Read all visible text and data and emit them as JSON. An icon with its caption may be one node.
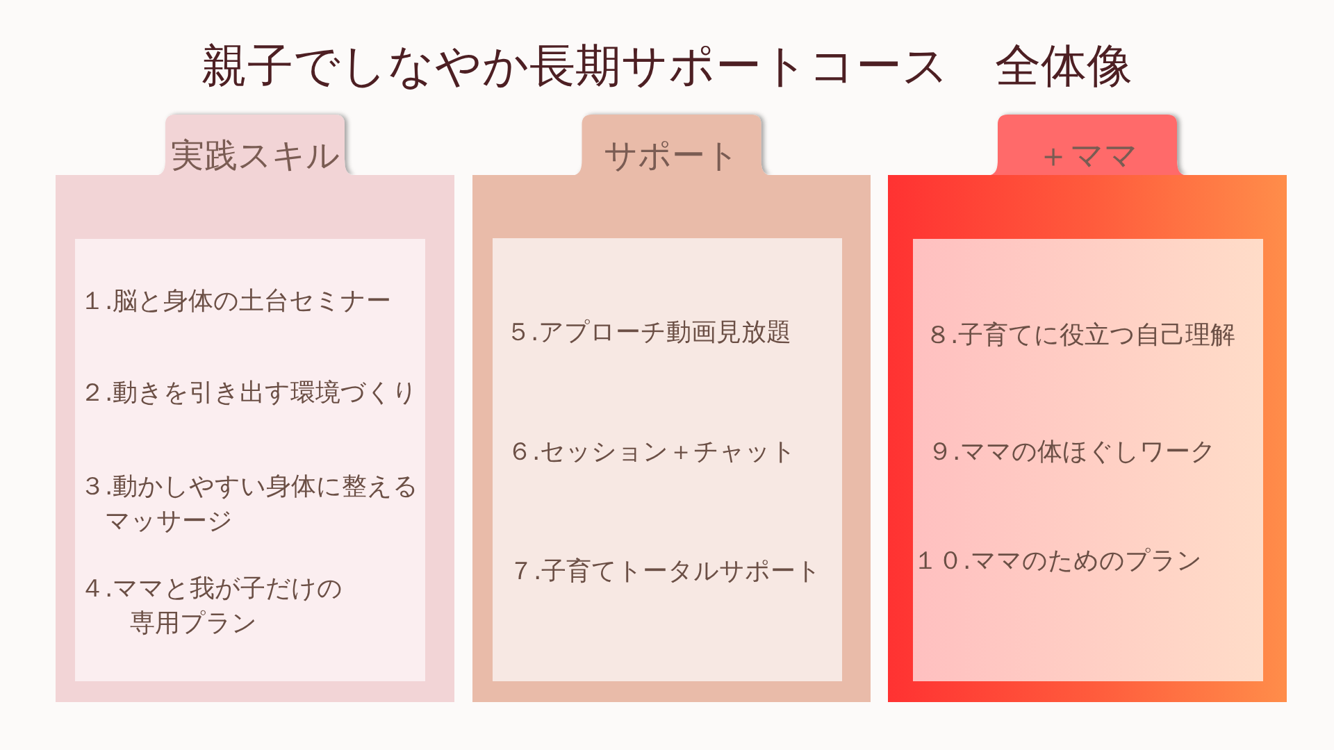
{
  "diagram": {
    "title": "親子でしなやか長期サポートコース　全体像",
    "nodes": [
      {
        "text": [
          "実践スキル"
        ]
      },
      {
        "text": [
          "１.脳と身体の土台セミナー",
          "２.動きを引き出す環境づくり",
          "３.動かしやすい身体に整えるマッサージ",
          "４.ママと我が子だけの専用プラン"
        ],
        "in": 0
      },
      {
        "text": [
          "サポート"
        ]
      },
      {
        "text": [
          "５.アプローチ動画見放題",
          "６.セッション＋チャット",
          "７.子育てトータルサポート"
        ],
        "in": 2
      },
      {
        "text": [
          "＋ママ"
        ]
      },
      {
        "text": [
          "８.子育てに役立つ自己理解",
          "９.ママの体ほぐしワーク",
          "１０.ママのためのプラン"
        ],
        "in": 4
      }
    ]
  }
}
